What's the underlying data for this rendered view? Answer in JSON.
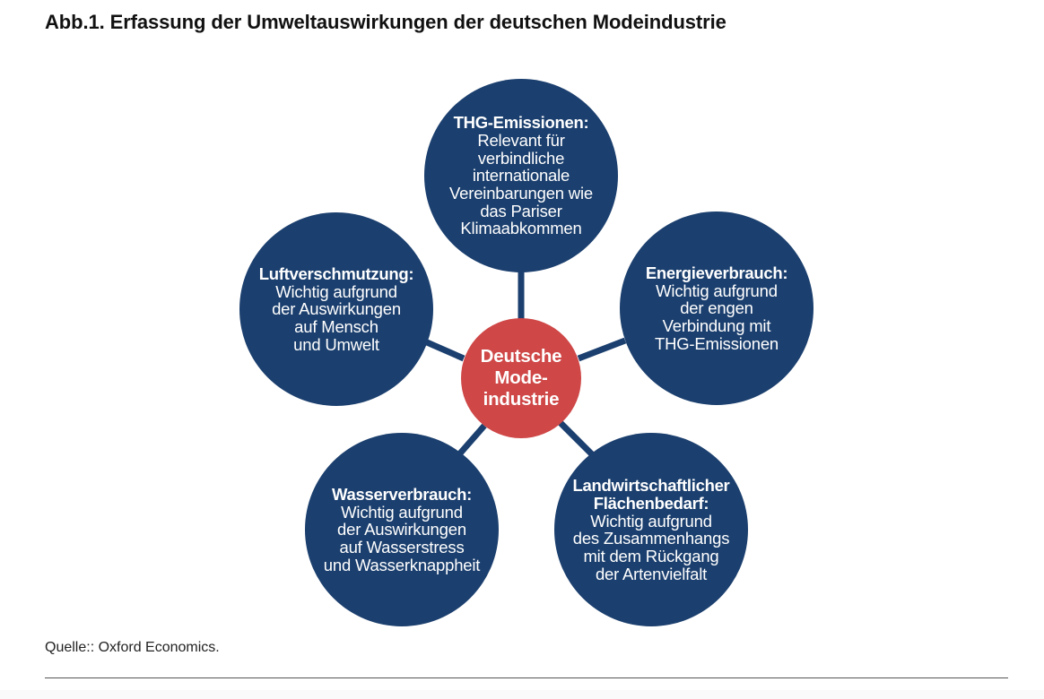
{
  "figure": {
    "title": "Abb.1. Erfassung der Umweltauswirkungen der deutschen Modeindustrie",
    "source": "Quelle:: Oxford Economics."
  },
  "colors": {
    "node_fill": "#1b3f6e",
    "hub_fill": "#cf4747",
    "connector": "#1b3f6e",
    "text_on_fill": "#ffffff",
    "title_text": "#111111",
    "rule": "#555555"
  },
  "hub": {
    "label": "Deutsche\nMode-\nindustrie"
  },
  "nodes": [
    {
      "id": "thg",
      "position": "top",
      "heading": "THG-Emissionen:",
      "body": "Relevant für\nverbindliche\ninternationale\nVereinbarungen wie\ndas Pariser\nKlimaabkommen"
    },
    {
      "id": "energie",
      "position": "right",
      "heading": "Energieverbrauch:",
      "body": "Wichtig aufgrund\nder engen\nVerbindung mit\nTHG-Emissionen"
    },
    {
      "id": "landwirtschaft",
      "position": "bottom-right",
      "heading": "Landwirtschaftlicher\nFlächenbedarf:",
      "body": "Wichtig aufgrund\ndes Zusammenhangs\nmit dem Rückgang\nder Artenvielfalt"
    },
    {
      "id": "wasser",
      "position": "bottom-left",
      "heading": "Wasserverbrauch:",
      "body": "Wichtig aufgrund\nder Auswirkungen\nauf Wasserstress\nund Wasserknappheit"
    },
    {
      "id": "luft",
      "position": "left",
      "heading": "Luftverschmutzung:",
      "body": "Wichtig aufgrund\nder Auswirkungen\nauf Mensch\nund Umwelt"
    }
  ]
}
